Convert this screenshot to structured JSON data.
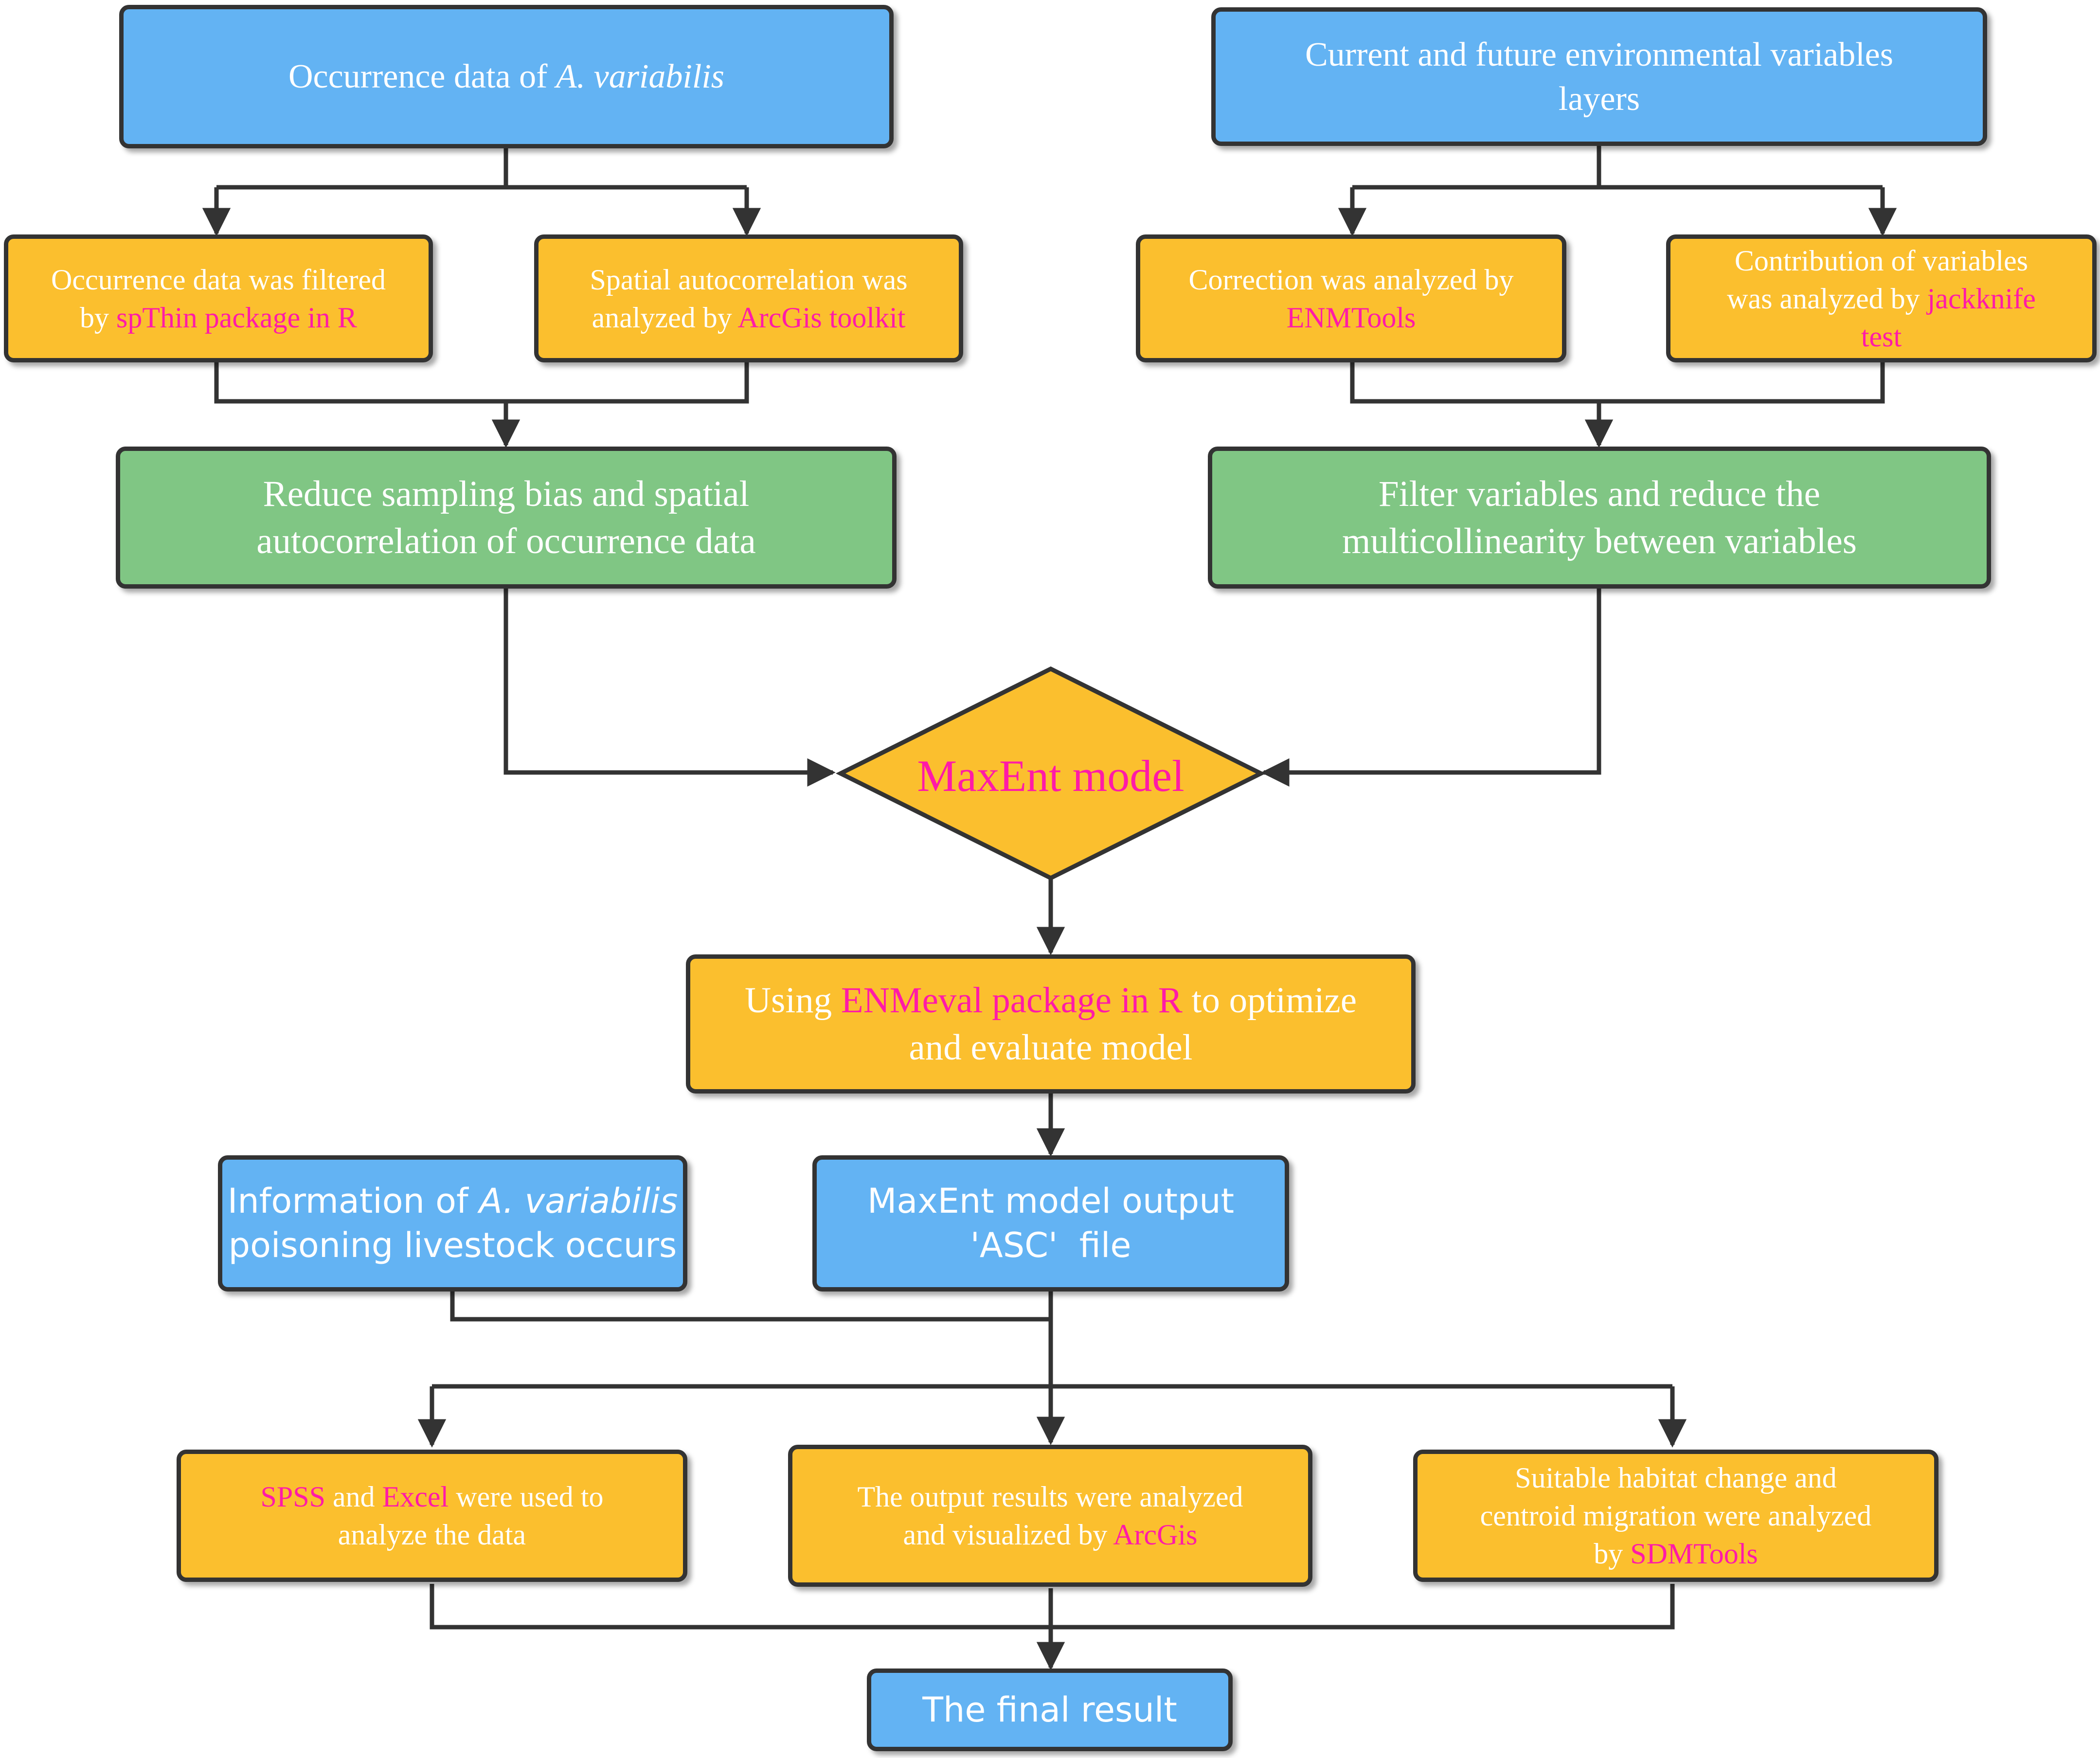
{
  "colors": {
    "blue": "#63b3f3",
    "orange": "#fbbf2e",
    "green": "#80c684",
    "highlight": "#ff1aa8",
    "stroke": "#333333"
  },
  "nodes": {
    "occurrence_data": {
      "line1": "Occurrence data of ",
      "line1_italic": "A. variabilis"
    },
    "env_layers": {
      "line1": "Current and future environmental variables",
      "line2": "layers"
    },
    "spthin_filter": {
      "line1": "Occurrence data was filtered",
      "line2_pre": "by ",
      "line2_hl": "spThin package in R"
    },
    "spatial_autocorr": {
      "line1": "Spatial autocorrelation was",
      "line2_pre": "analyzed by ",
      "line2_hl": "ArcGis toolkit"
    },
    "enmtools_correction": {
      "line1": "Correction was analyzed by",
      "line2_hl": "ENMTools"
    },
    "jackknife": {
      "line1": "Contribution of variables",
      "line2_pre": "was analyzed by ",
      "line2_hl": "jackknife",
      "line3_hl": "test"
    },
    "reduce_bias": {
      "line1": "Reduce sampling bias and spatial",
      "line2": "autocorrelation of occurrence data"
    },
    "filter_variables": {
      "line1": "Filter variables and reduce the",
      "line2": "multicollinearity between variables"
    },
    "maxent": {
      "label": "MaxEnt model"
    },
    "enmeval": {
      "line1_pre": "Using ",
      "line1_hl": "ENMeval package in R",
      "line1_post": " to optimize",
      "line2": "and evaluate model"
    },
    "poisoning_info": {
      "line1_pre": "Information of ",
      "line1_italic": "A. variabilis",
      "line2": "poisoning livestock occurs"
    },
    "maxent_output": {
      "line1": "MaxEnt model output",
      "line2": "'ASC'  file"
    },
    "spss_excel": {
      "line1_hl1": "SPSS",
      "line1_mid": " and ",
      "line1_hl2": "Excel",
      "line1_post": " were used to",
      "line2": "analyze the data"
    },
    "arcgis_visual": {
      "line1": "The output results were analyzed",
      "line2_pre": "and visualized by ",
      "line2_hl": "ArcGis"
    },
    "sdmtools": {
      "line1": "Suitable habitat change and",
      "line2": "centroid migration were analyzed",
      "line3_pre": "by ",
      "line3_hl": "SDMTools"
    },
    "final_result": {
      "label": "The final result"
    }
  }
}
